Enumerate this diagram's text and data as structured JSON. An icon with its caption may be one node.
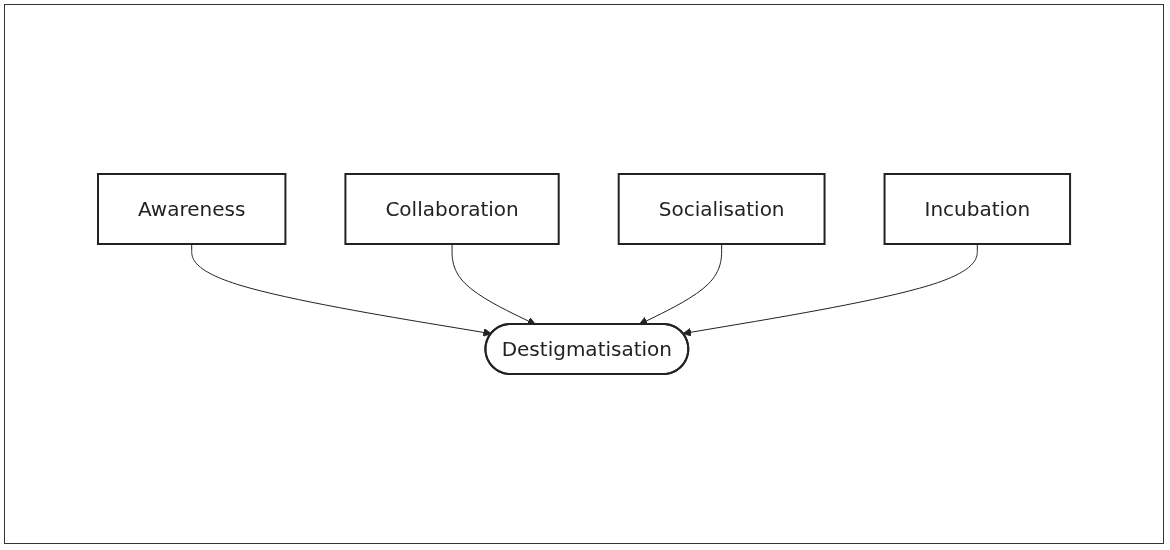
{
  "diagram": {
    "nodes": [
      {
        "text": [
          "Awareness"
        ]
      },
      {
        "text": [
          "Collaboration"
        ]
      },
      {
        "text": [
          "Destigmatisation"
        ]
      },
      {
        "text": [
          "Socialisation"
        ]
      },
      {
        "text": [
          "Incubation"
        ]
      }
    ],
    "edges": [
      {
        "from": 0,
        "to": 2,
        "arrow": "to"
      },
      {
        "from": 1,
        "to": 2,
        "arrow": "to"
      },
      {
        "from": 3,
        "to": 2,
        "arrow": "to"
      },
      {
        "from": 4,
        "to": 2,
        "arrow": "to"
      }
    ]
  }
}
